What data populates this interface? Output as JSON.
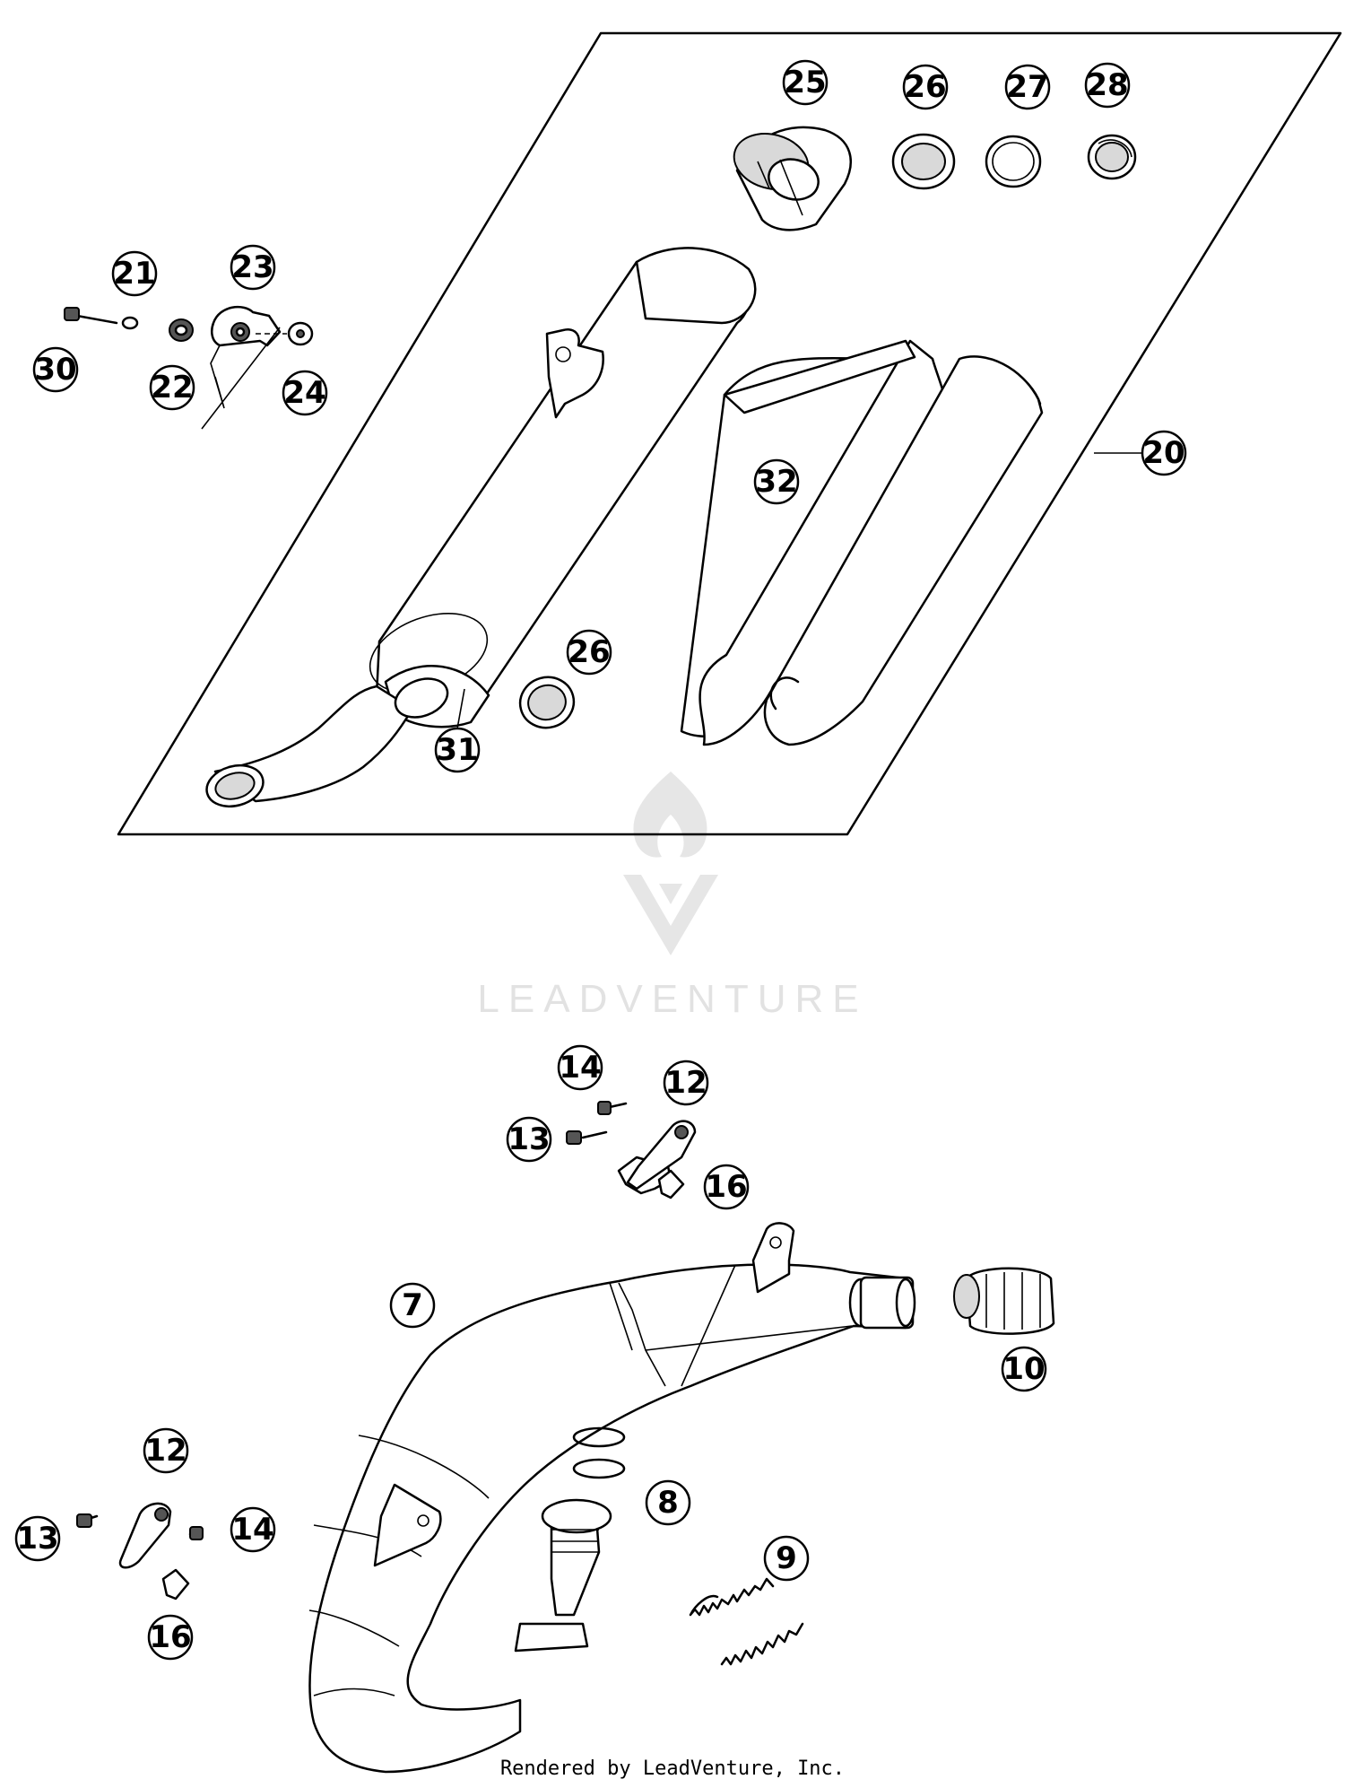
{
  "callouts": {
    "c25": "25",
    "c26a": "26",
    "c27": "27",
    "c28": "28",
    "c21": "21",
    "c23": "23",
    "c30": "30",
    "c22": "22",
    "c24": "24",
    "c20": "20",
    "c32": "32",
    "c26b": "26",
    "c31": "31",
    "c14a": "14",
    "c12a": "12",
    "c13a": "13",
    "c16a": "16",
    "c7": "7",
    "c10": "10",
    "c12b": "12",
    "c8": "8",
    "c13b": "13",
    "c14b": "14",
    "c9": "9",
    "c16b": "16"
  },
  "watermark": {
    "brand": "LEADVENTURE"
  },
  "footer": {
    "rendered_by": "Rendered by LeadVenture, Inc."
  }
}
